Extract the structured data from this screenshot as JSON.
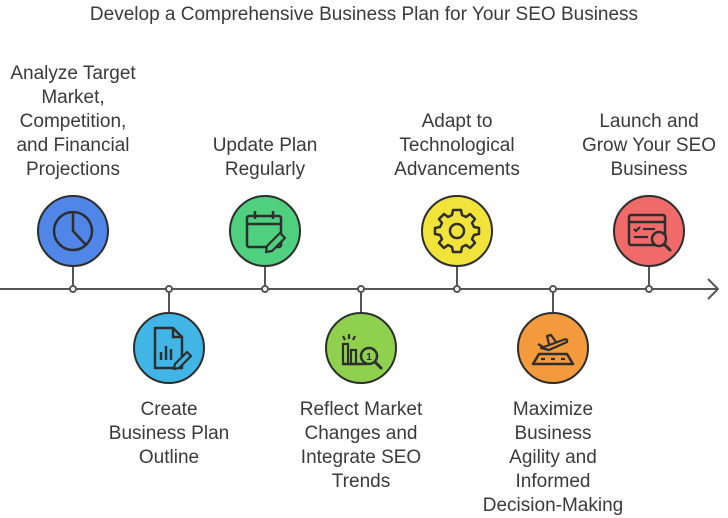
{
  "title": "Develop a Comprehensive Business Plan for Your SEO Business",
  "colors": {
    "blue": "#4f86e8",
    "sky": "#41b6e6",
    "green": "#4fd07f",
    "lime": "#8fd14f",
    "yellow": "#f2e33a",
    "orange": "#f39a3c",
    "red": "#f06a6a"
  },
  "steps": [
    {
      "lines": [
        "Analyze Target",
        "Market,",
        "Competition,",
        "and Financial",
        "Projections"
      ],
      "icon": "pie-chart-icon",
      "color": "#4f86e8"
    },
    {
      "lines": [
        "Create",
        "Business Plan",
        "Outline"
      ],
      "icon": "document-chart-icon",
      "color": "#41b6e6"
    },
    {
      "lines": [
        "Update Plan",
        "Regularly"
      ],
      "icon": "calendar-edit-icon",
      "color": "#4fd07f"
    },
    {
      "lines": [
        "Reflect Market",
        "Changes and",
        "Integrate SEO",
        "Trends"
      ],
      "icon": "chart-search-icon",
      "color": "#8fd14f"
    },
    {
      "lines": [
        "Adapt to",
        "Technological",
        "Advancements"
      ],
      "icon": "gear-icon",
      "color": "#f2e33a"
    },
    {
      "lines": [
        "Maximize",
        "Business",
        "Agility and",
        "Informed",
        "Decision-Making"
      ],
      "icon": "runway-plane-icon",
      "color": "#f39a3c"
    },
    {
      "lines": [
        "Launch and",
        "Grow Your SEO",
        "Business"
      ],
      "icon": "browser-search-icon",
      "color": "#f06a6a"
    }
  ]
}
